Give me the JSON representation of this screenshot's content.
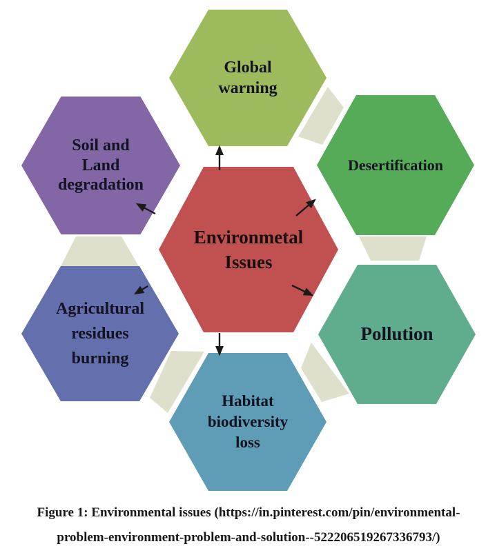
{
  "diagram": {
    "center": {
      "label": "Environmetal\nIssues",
      "color": "#c05150"
    },
    "nodes": {
      "global_warming": {
        "label": "Global\nwarning",
        "color": "#9dbb5c"
      },
      "desertification": {
        "label": "Desertification",
        "color": "#55ab57"
      },
      "pollution": {
        "label": "Pollution",
        "color": "#5fad8d"
      },
      "habitat": {
        "label": "Habitat\nbiodiversity\nloss",
        "color": "#5f9db6"
      },
      "agricultural": {
        "label": "Agricultural\nresidues\nburning",
        "color": "#6370ad"
      },
      "soil": {
        "label": "Soil and\nLand\ndegradation",
        "color": "#8366a6"
      }
    },
    "colors": {
      "fragment": "#dee0cc",
      "arrow": "#1b1b1b"
    }
  },
  "caption": {
    "line1": "Figure 1: Environmental issues (https://in.pinterest.com/pin/environmental-",
    "line2": "problem-environment-problem-and-solution--522206519267336793/)"
  }
}
